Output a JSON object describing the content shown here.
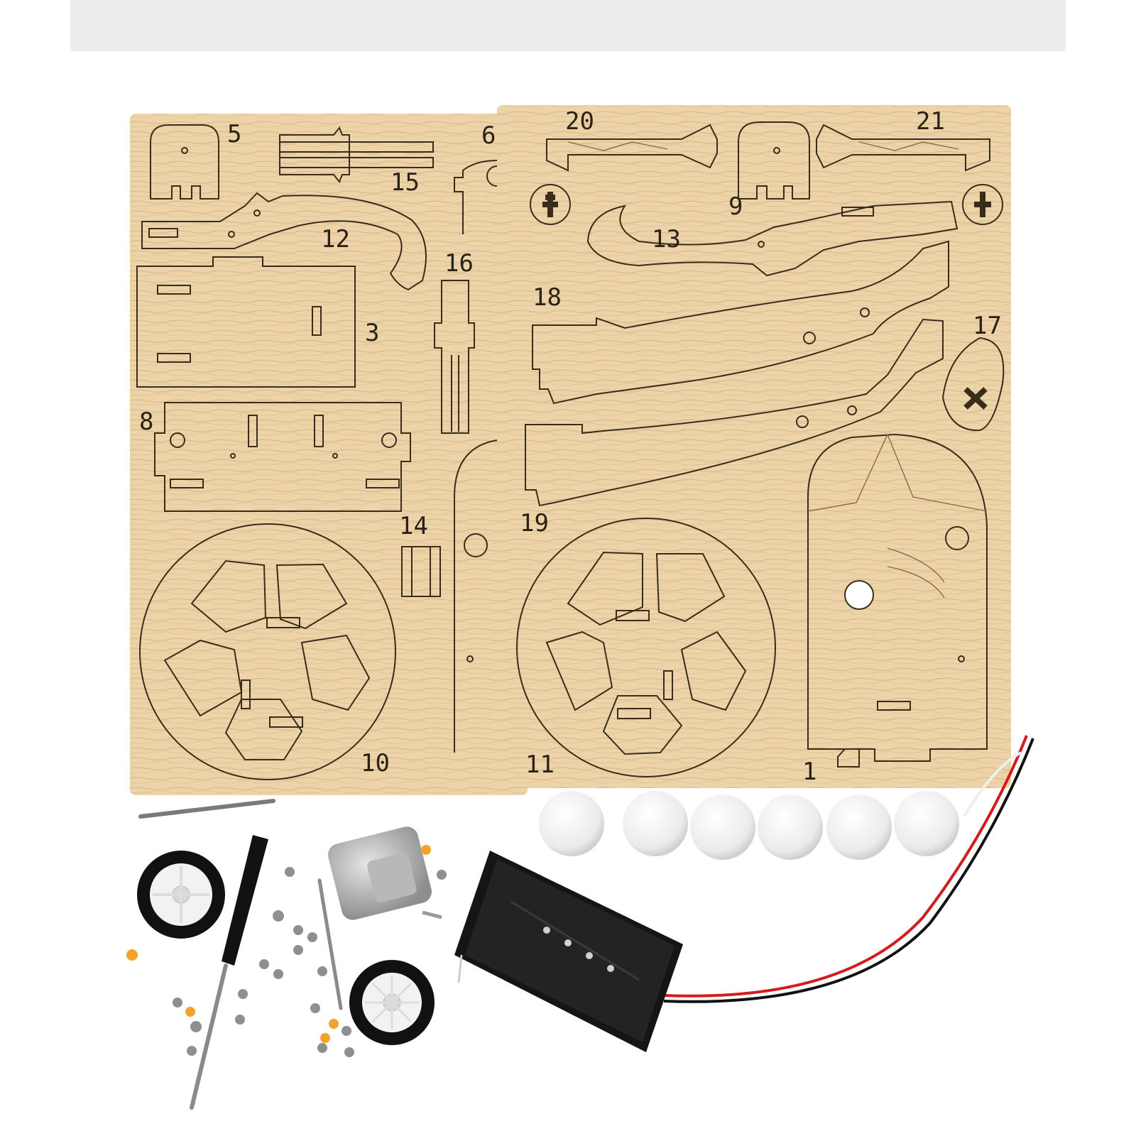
{
  "scene": {
    "background_color": "#ffffff",
    "banner_color": "#ececec",
    "wood_color": "#ecd3a8",
    "wood_grain_color": "#d9b98a",
    "cut_line_color": "#3a2c1c",
    "foam_ball_color": "#f4f4f4",
    "battery_box_color": "#151515",
    "wire_colors": [
      "#d41c1c",
      "#111111",
      "#eeeeee"
    ]
  },
  "left_board": {
    "part_numbers": [
      "5",
      "15",
      "6",
      "12",
      "16",
      "3",
      "8",
      "14",
      "10"
    ]
  },
  "right_board": {
    "part_numbers": [
      "20",
      "21",
      "9",
      "13",
      "18",
      "17",
      "19",
      "11",
      "1"
    ]
  },
  "loose_parts": {
    "foam_ball_count": 6,
    "items": [
      "axle-rod",
      "wheel",
      "wheel",
      "screwdriver",
      "dc-motor",
      "battery-box",
      "screws",
      "axle"
    ]
  }
}
